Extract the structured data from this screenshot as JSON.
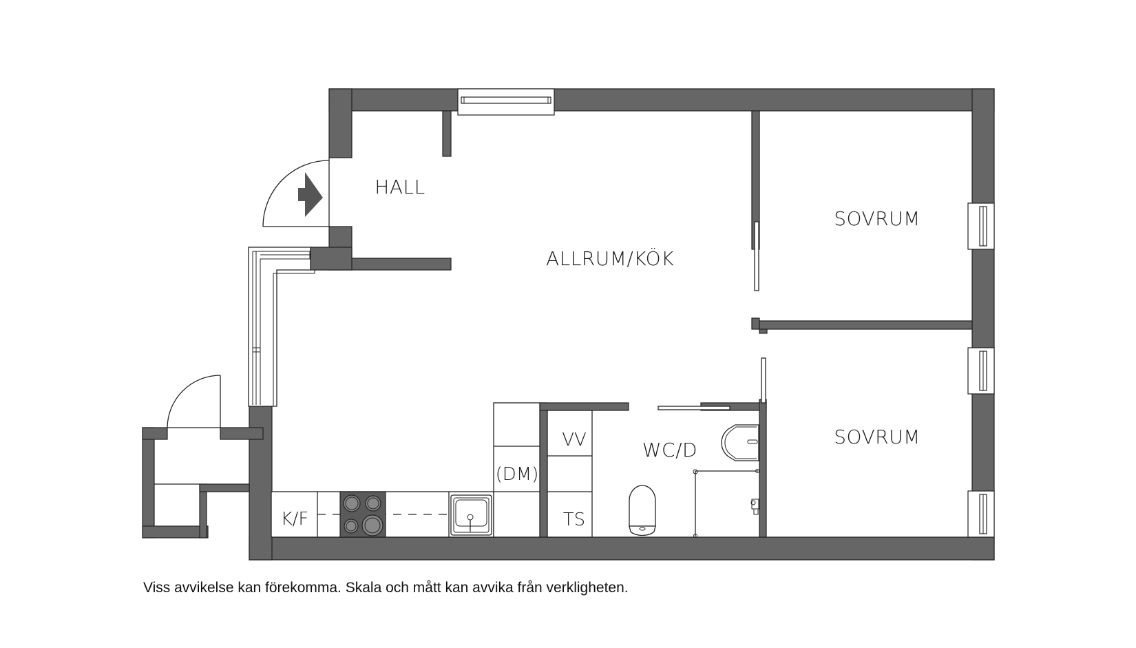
{
  "floorplan": {
    "rooms": {
      "hall": "HALL",
      "allrum_kok": "ALLRUM/KÖK",
      "sovrum_1": "SOVRUM",
      "sovrum_2": "SOVRUM",
      "wc_d": "WC/D"
    },
    "fixtures": {
      "kf": "K/F",
      "dm": "(DM)",
      "vv": "VV",
      "ts": "TS"
    },
    "colors": {
      "wall": "#666666",
      "line": "#222222",
      "background": "#ffffff"
    }
  },
  "disclaimer": "Viss avvikelse kan förekomma. Skala och mått kan avvika från verkligheten."
}
